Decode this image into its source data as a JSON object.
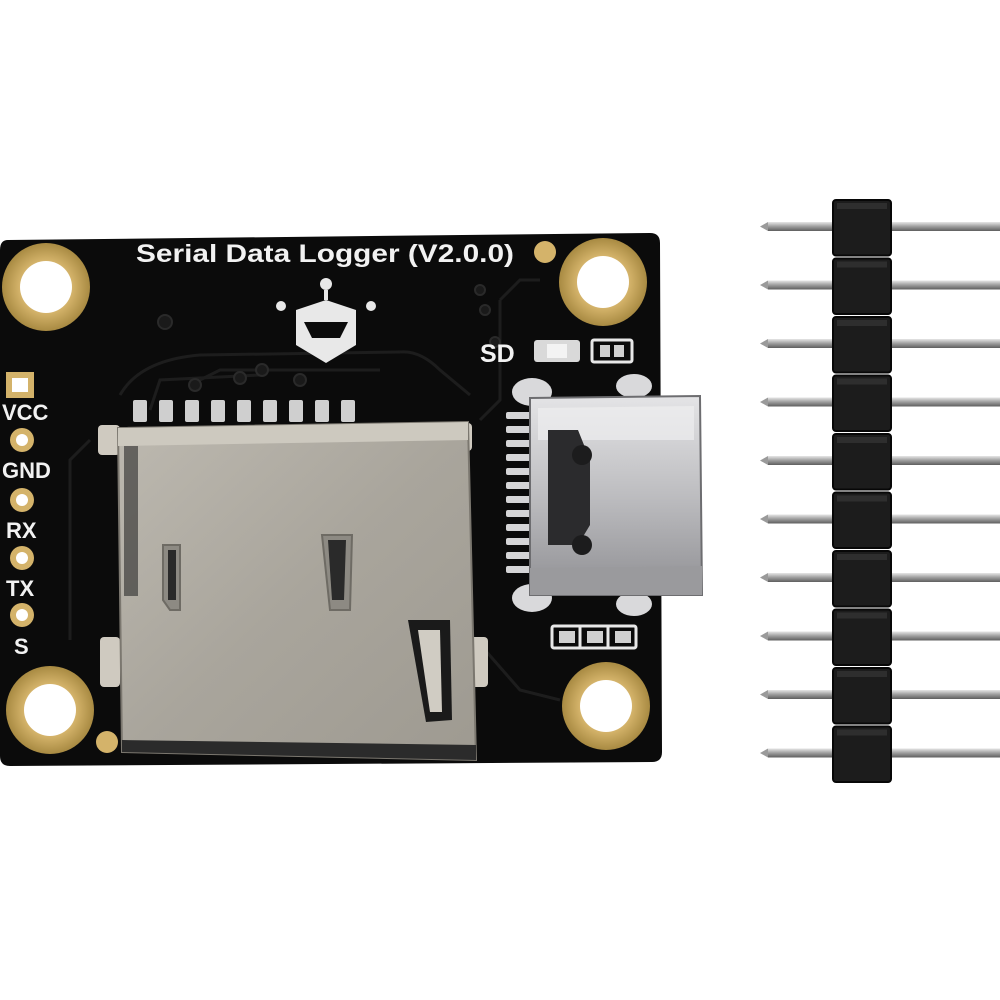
{
  "board": {
    "title": "Serial Data Logger (V2.0.0)",
    "sd_label": "SD",
    "pins": [
      "VCC",
      "GND",
      "RX",
      "TX",
      "S"
    ],
    "colors": {
      "pcb": "#0b0b0b",
      "gold": "#c9a55a",
      "metal": "#b0aca3",
      "silkscreen": "#f2f2f2",
      "usb": "#c7c7c9",
      "header_plastic": "#1c1c1c"
    },
    "icons": [
      "robot-logo-icon"
    ]
  },
  "header": {
    "pin_count": 10
  }
}
